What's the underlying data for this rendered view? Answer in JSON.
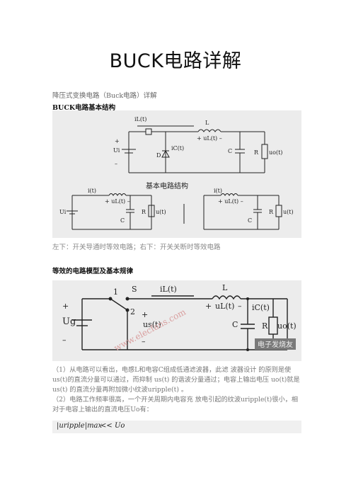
{
  "doc": {
    "title": "BUCK电路详解",
    "intro": "降压式变换电路（Buck电路）详解",
    "section1": "BUCK电路基本结构",
    "caption1": "左下：开关导通时等效电路；右下：开关关断时等效电路",
    "section2": "等效的电路模型及基本规律",
    "para1": "（1）从电路可以看出，电感L和电容C组成低通滤波器，此滤 波器设计 的原则是使 us(t)的直流分量可以通过，而抑制 us(t) 的谐波分量通过；电容上输出电压 uo(t)就是 us(t) 的直流分量再附加微小纹波uripple(t) 。",
    "para2": "（2）电路工作频率很高，一个开关周期内电容充 放电引起的纹波uripple(t)很小，相对于电容上输出的直流电压Uo有："
  },
  "figure1": {
    "top_label": "基本电路结构",
    "labels": {
      "il": "iL(t)",
      "L": "L",
      "ul": "+ uL(t) –",
      "Ui": "Ui",
      "D": "D",
      "ic": "iC(t)",
      "C": "C",
      "R": "R",
      "uo": "uo(t)",
      "plus": "+",
      "minus": "–",
      "i_small": "i(t)",
      "ul_small": "+ uL(t) –",
      "Uo_small": "u(t)"
    }
  },
  "figure2": {
    "watermark": "www.elecfans.com",
    "logo": "电子发烧友",
    "labels": {
      "n1": "1",
      "n2": "2",
      "S": "S",
      "il": "iL(t)",
      "L": "L",
      "ul_plus": "+",
      "ul": "uL(t)",
      "ul_minus": "–",
      "Ug": "Ug",
      "us_plus": "+",
      "us": "us(t)",
      "us_minus": "–",
      "ic": "iC(t)",
      "C": "C",
      "R": "R",
      "uo": "uo(t)",
      "plus": "+",
      "minus": "–"
    }
  },
  "formula": {
    "lhs": "|uripple|max",
    "op": "<<",
    "rhs": "Uo"
  },
  "colors": {
    "figure_bg": "#ececec",
    "wire": "#222222",
    "watermark": "#d9a0a0"
  }
}
